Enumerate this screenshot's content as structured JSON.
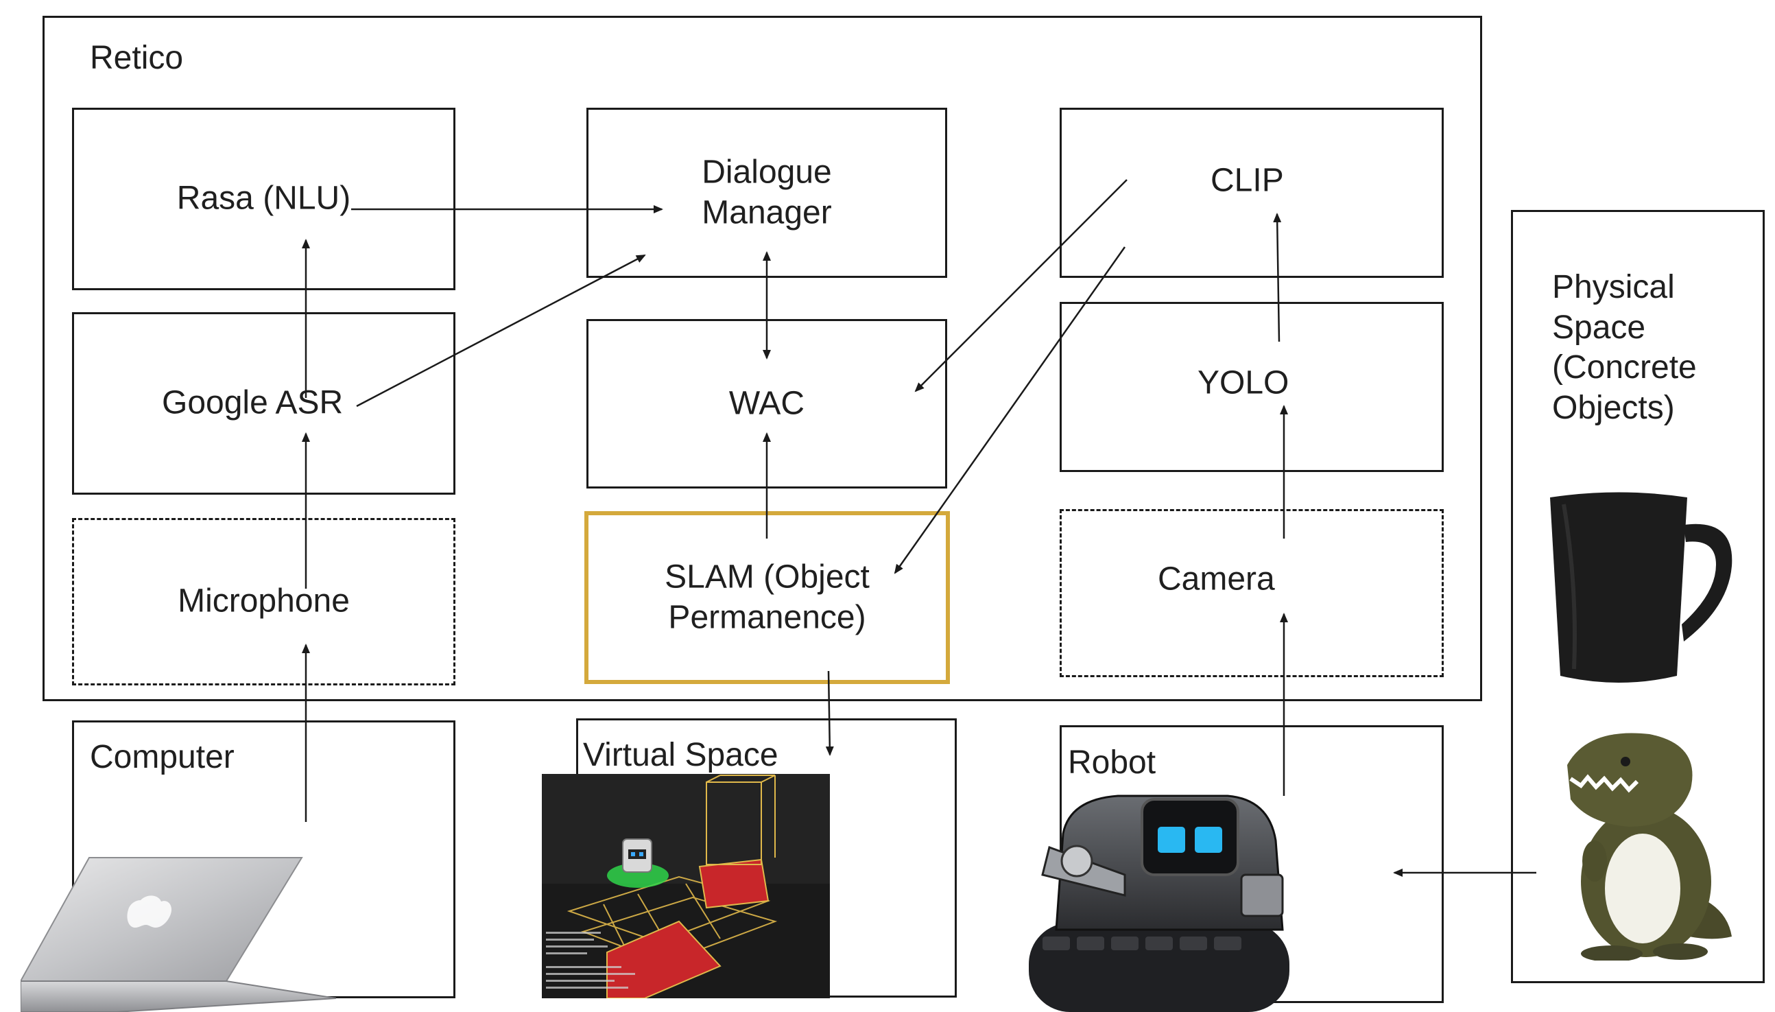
{
  "container": {
    "title": "Retico"
  },
  "components": {
    "rasa": "Rasa (NLU)",
    "google_asr": "Google ASR",
    "microphone": "Microphone",
    "dialogue_manager": "Dialogue\nManager",
    "wac": "WAC",
    "slam": "SLAM (Object\nPermanence)",
    "clip": "CLIP",
    "yolo": "YOLO",
    "camera": "Camera"
  },
  "external": {
    "computer": "Computer",
    "virtual_space": "Virtual Space",
    "robot": "Robot",
    "physical_space": "Physical\nSpace\n(Concrete\nObjects)"
  },
  "colors": {
    "line": "#1a1a1a",
    "highlight_border": "#d4a93c",
    "grid_red": "#c8262a",
    "grid_yellow": "#e0b84a",
    "grid_green": "#2fd44a"
  },
  "icons": {
    "laptop": "laptop-icon",
    "virtual_scene": "virtual-space-render",
    "robot": "robot-image",
    "mug": "mug-image",
    "dinosaur": "plush-dinosaur-image"
  }
}
